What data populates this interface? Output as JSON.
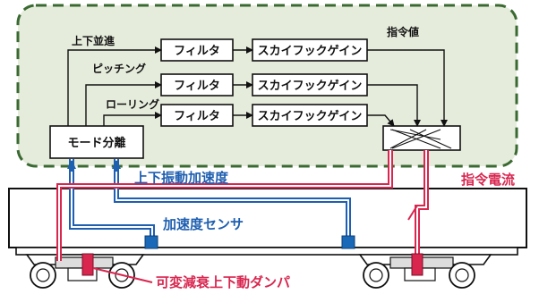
{
  "controller": {
    "signals": [
      "上下並進",
      "ピッチング",
      "ローリング"
    ],
    "filter_label": "フィルタ",
    "gain_label": "スカイフックゲイン",
    "mode_separation_label": "モード分離",
    "command_value_label": "指令値"
  },
  "vehicle": {
    "vertical_acceleration_label": "上下振動加速度",
    "command_current_label": "指令電流",
    "acceleration_sensor_label": "加速度センサ",
    "damper_label": "可変減衰上下動ダンパ"
  },
  "colors": {
    "controller_bg": "#e6ecdc",
    "controller_border": "#3a6a32",
    "blue": "#1f5fb0",
    "red": "#d8264f",
    "sensor": "#1a69b8"
  }
}
